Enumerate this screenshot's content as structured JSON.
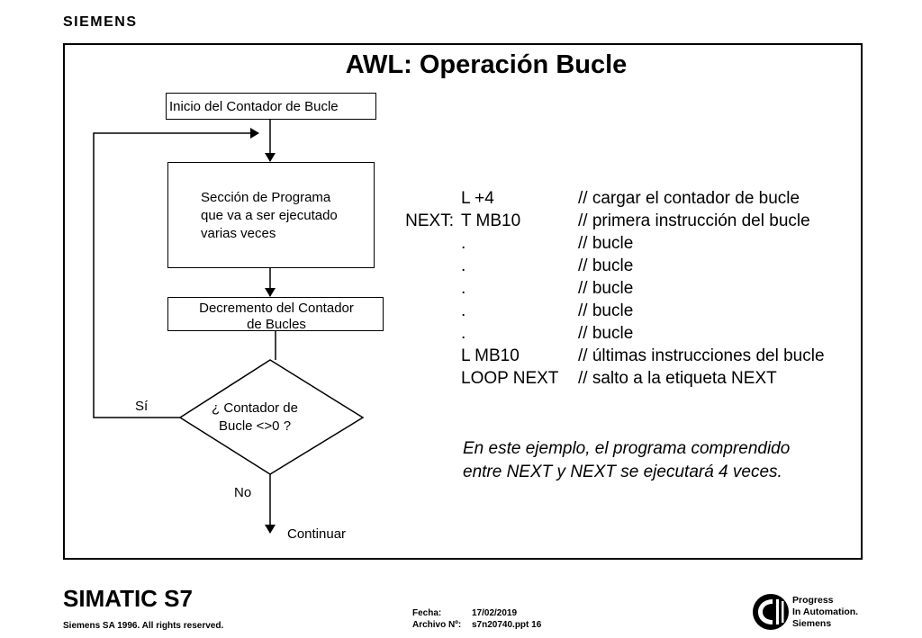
{
  "header": {
    "brand": "SIEMENS"
  },
  "slide": {
    "title": "AWL: Operación Bucle"
  },
  "flowchart": {
    "start_box": "Inicio del Contador de Bucle",
    "section_box": "Sección de Programa\nque va a ser ejecutado\nvarias veces",
    "decrement_box": "Decremento del Contador\nde Bucles",
    "decision": "¿ Contador de\nBucle <>0 ?",
    "yes_label": "Sí",
    "no_label": "No",
    "end_label": "Continuar"
  },
  "code": [
    {
      "label": "",
      "instruction": "L  +4",
      "comment": "// cargar el contador de bucle"
    },
    {
      "label": "NEXT:",
      "instruction": "T  MB10",
      "comment": "// primera instrucción del bucle"
    },
    {
      "label": "",
      "instruction": ".",
      "comment": "// bucle"
    },
    {
      "label": "",
      "instruction": ".",
      "comment": "// bucle"
    },
    {
      "label": "",
      "instruction": ".",
      "comment": "// bucle"
    },
    {
      "label": "",
      "instruction": ".",
      "comment": "// bucle"
    },
    {
      "label": "",
      "instruction": ".",
      "comment": "// bucle"
    },
    {
      "label": "",
      "instruction": "L  MB10",
      "comment": "// últimas instrucciones del bucle"
    },
    {
      "label": "",
      "instruction": "LOOP NEXT",
      "comment": "// salto a la etiqueta NEXT"
    }
  ],
  "note": "En este ejemplo, el programa comprendido\nentre NEXT y NEXT se ejecutará 4 veces.",
  "footer": {
    "product": "SIMATIC S7",
    "copyright": "Siemens SA 1996. All rights reserved.",
    "date_label": "Fecha:",
    "date_value": "17/02/2019",
    "file_label": "Archivo Nº:",
    "file_value": "s7n20740.ppt 16",
    "slogan": "Progress\nIn Automation.\nSiemens"
  }
}
